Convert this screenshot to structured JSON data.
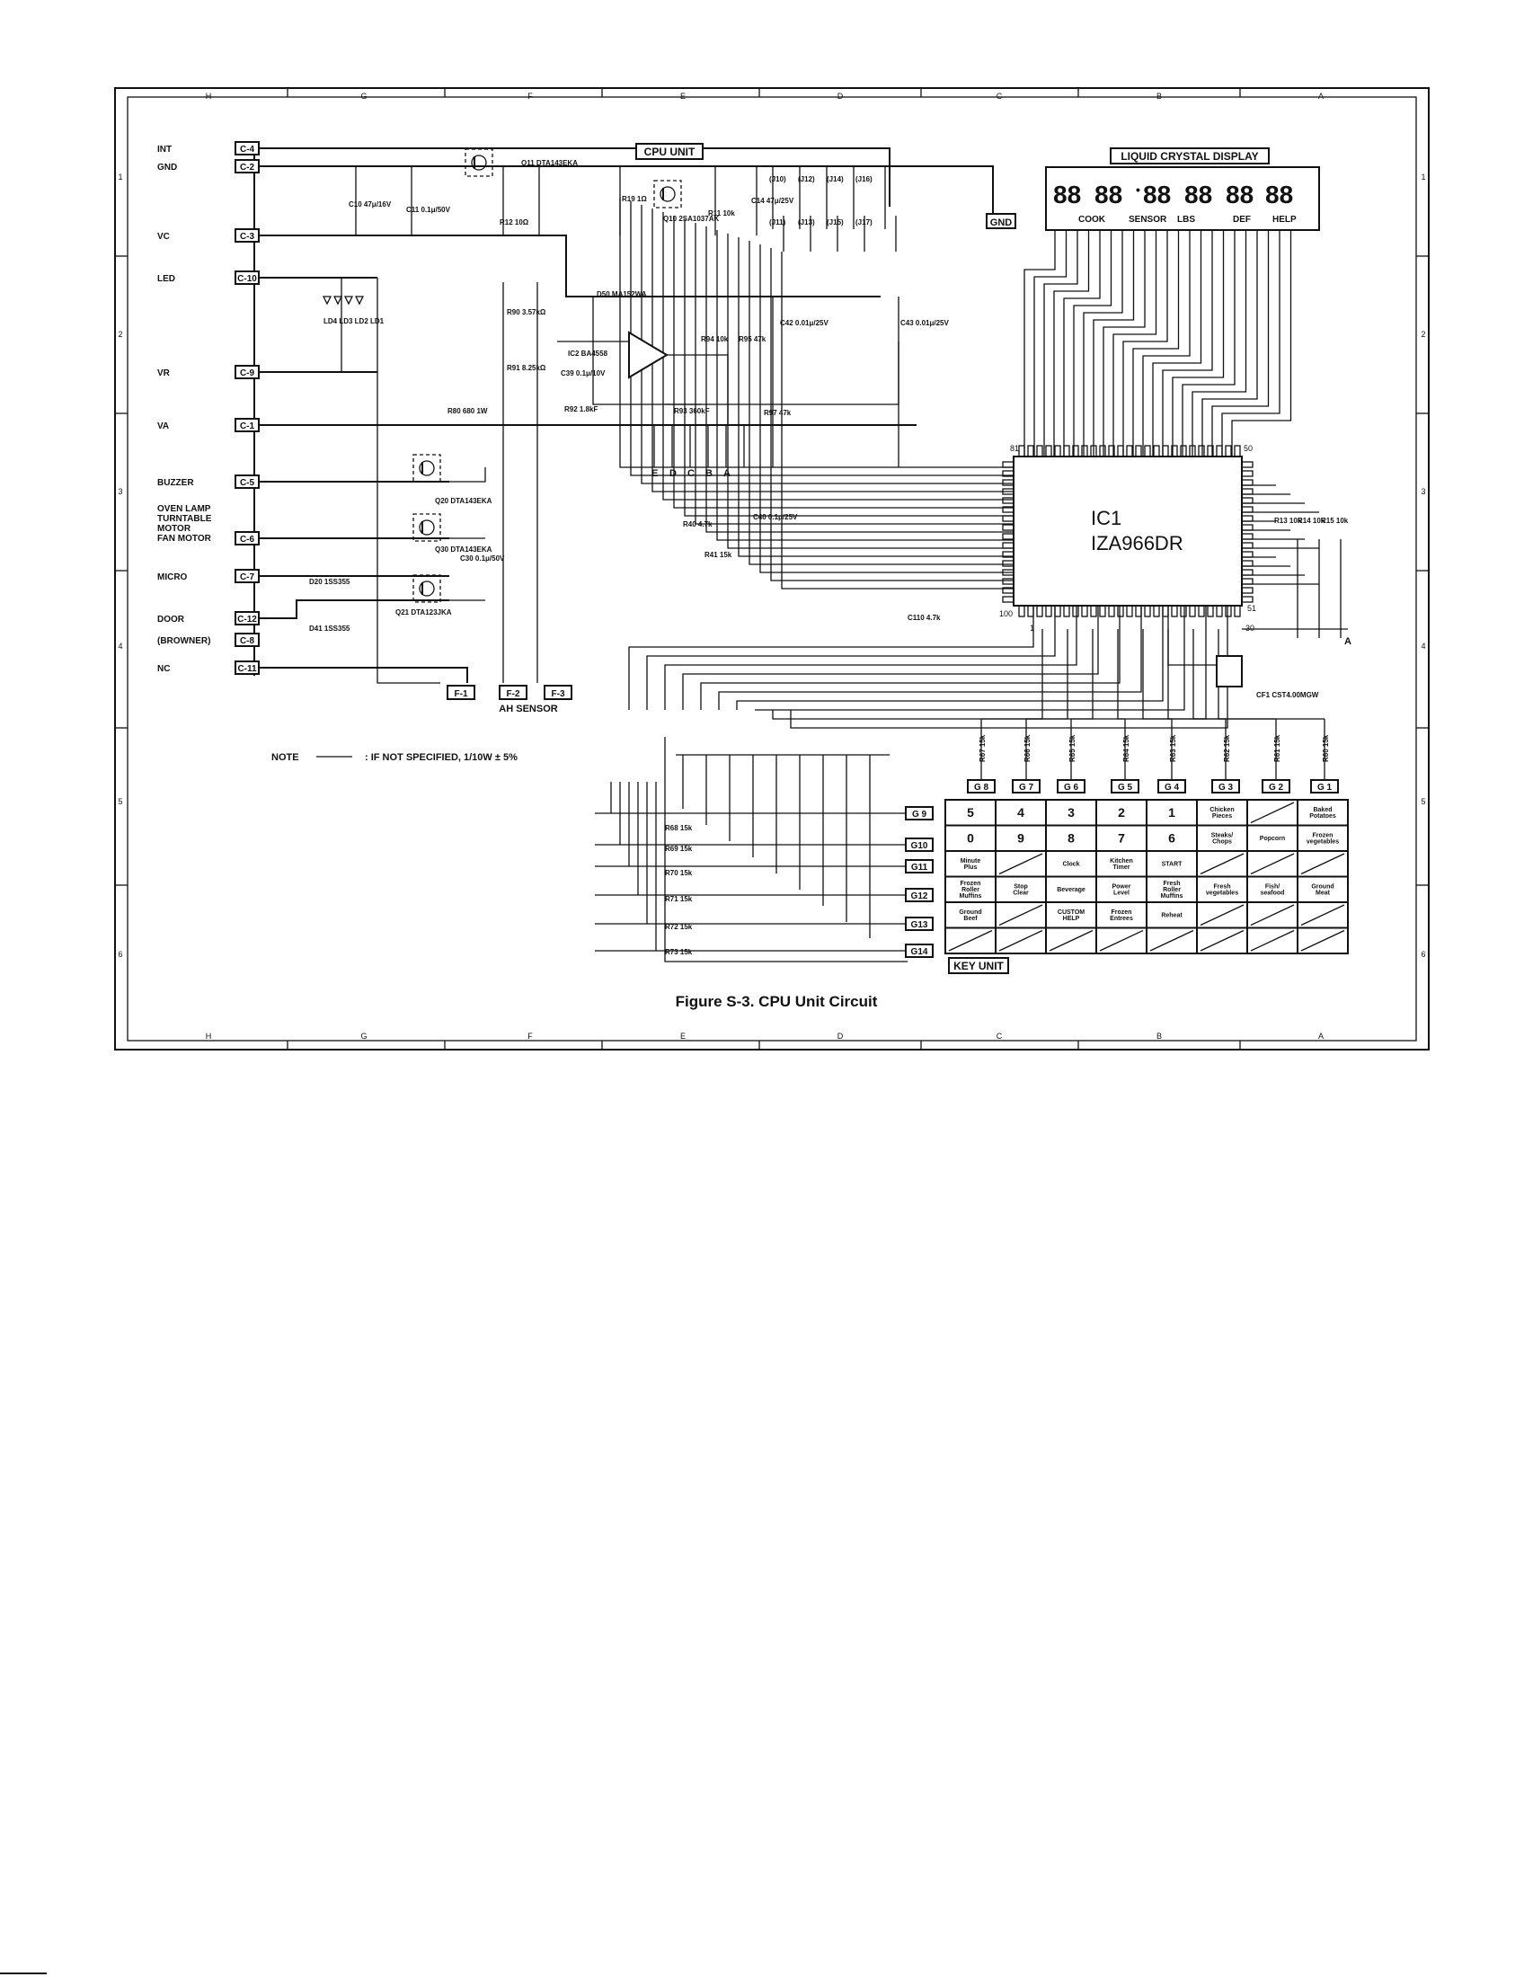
{
  "figure": {
    "caption": "Figure S-3. CPU Unit Circuit",
    "note_label": "NOTE",
    "note_text": ": IF NOT SPECIFIED, 1/10W ± 5%",
    "border_columns": [
      "H",
      "G",
      "F",
      "E",
      "D",
      "C",
      "B",
      "A"
    ],
    "border_rows": [
      "1",
      "2",
      "3",
      "4",
      "5",
      "6"
    ]
  },
  "blocks": {
    "cpu_unit": "CPU UNIT",
    "key_unit": "KEY UNIT",
    "lcd": "LIQUID CRYSTAL DISPLAY",
    "gnd": "GND",
    "ah_sensor": "AH SENSOR",
    "ic1_ref": "IC1",
    "ic1_part": "IZA966DR"
  },
  "lcd_digits": [
    "88",
    "88",
    "88",
    "88",
    "88",
    "88"
  ],
  "lcd_indicators": [
    "COOK",
    "SENSOR",
    "LBS",
    "DEF",
    "HELP"
  ],
  "connectors": [
    {
      "signal": "INT",
      "pin": "C-4"
    },
    {
      "signal": "GND",
      "pin": "C-2"
    },
    {
      "signal": "VC",
      "pin": "C-3"
    },
    {
      "signal": "LED",
      "pin": "C-10"
    },
    {
      "signal": "VR",
      "pin": "C-9"
    },
    {
      "signal": "VA",
      "pin": "C-1"
    },
    {
      "signal": "BUZZER",
      "pin": "C-5"
    },
    {
      "signal": "OVEN LAMP TURNTABLE MOTOR FAN MOTOR",
      "pin": "C-6"
    },
    {
      "signal": "MICRO",
      "pin": "C-7"
    },
    {
      "signal": "DOOR",
      "pin": "C-12"
    },
    {
      "signal": "(BROWNER)",
      "pin": "C-8"
    },
    {
      "signal": "NC",
      "pin": "C-11"
    }
  ],
  "ah_pins": [
    "F-1",
    "F-2",
    "F-3"
  ],
  "components": [
    "Q11 DTA143EKA",
    "C10 47μ/16V",
    "C11 0.1μ/50V",
    "R12 10Ω",
    "Q10 2SA1037AK",
    "R19 1Ω",
    "R11 10k",
    "C14 47μ/25V",
    "D50 MA152WA",
    "IC2 BA4558",
    "C39 0.1μ/10V",
    "R94 10k",
    "R95 47k",
    "C42 0.01μ/25V",
    "C43 0.01μ/25V",
    "R90 3.57kΩ",
    "R91 8.25kΩ",
    "R92 1.8kF",
    "R93 360kF",
    "R97 47k",
    "R80 680 1W",
    "LD4 LD3 LD2 LD1",
    "Q20 DTA143EKA",
    "Q30 DTA143EKA",
    "C30 0.1μ/50V",
    "D20 1SS355",
    "D41 1SS355",
    "Q21 DTA123JKA",
    "R40 4.7k",
    "C40 0.1μ/25V",
    "R41 15k",
    "C110 4.7k",
    "R13 10k",
    "R14 10k",
    "R15 10k",
    "CF1 CST4.00MGW",
    "(J10)",
    "(J11)",
    "(J12)",
    "(J13)",
    "(J14)",
    "(J15)",
    "(J16)",
    "(J17)"
  ],
  "ic1_pins": [
    "81",
    "50",
    "51",
    "30",
    "1",
    "100"
  ],
  "sense_labels": [
    "E",
    "D",
    "C",
    "B",
    "A"
  ],
  "a_terminal": "A",
  "g_lines_top": [
    "G 8",
    "G 7",
    "G 6",
    "G 5",
    "G 4",
    "G 3",
    "G 2",
    "G 1"
  ],
  "g_lines_side": [
    "G 9",
    "G10",
    "G11",
    "G12",
    "G13",
    "G14"
  ],
  "row_resistors": [
    "R68 15k",
    "R69 15k",
    "R70 15k",
    "R71 15k",
    "R72 15k",
    "R73 15k"
  ],
  "col_resistors": [
    "R67 15k",
    "R66 15k",
    "R65 15k",
    "R64 15k",
    "R63 15k",
    "R62 15k",
    "R61 15k",
    "R60 15k"
  ],
  "keypad": [
    [
      "5",
      "4",
      "3",
      "2",
      "1",
      "Chicken Pieces",
      "",
      "Baked Potatoes"
    ],
    [
      "0",
      "9",
      "8",
      "7",
      "6",
      "Steaks/ Chops",
      "Popcorn",
      "Frozen vegetables"
    ],
    [
      "Minute Plus",
      "",
      "Clock",
      "Kitchen Timer",
      "START",
      "",
      "",
      ""
    ],
    [
      "Frozen Roller Muffins",
      "Stop Clear",
      "Beverage",
      "Power Level",
      "Fresh Roller Muffins",
      "Fresh vegetables",
      "Fish/ seafood",
      "Ground Meat"
    ],
    [
      "Ground Beef",
      "",
      "CUSTOM HELP",
      "Frozen Entrees",
      "Reheat",
      "",
      "",
      ""
    ],
    [
      "",
      "",
      "",
      "",
      "",
      "",
      "",
      ""
    ]
  ]
}
